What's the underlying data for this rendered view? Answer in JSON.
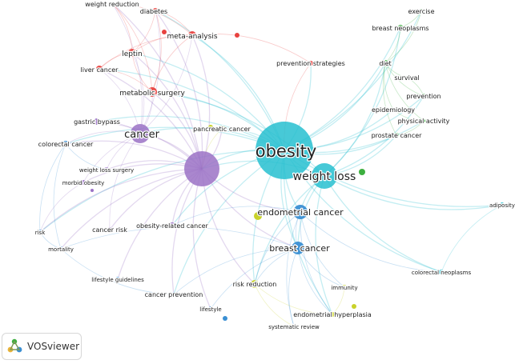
{
  "brand": {
    "name": "VOSviewer"
  },
  "clusters": {
    "red": "#e8423f",
    "green": "#3daf3f",
    "blue": "#3a8fd3",
    "yellow": "#c9d22a",
    "purple": "#9b72c6",
    "cyan": "#27c0d0"
  },
  "nodes": [
    {
      "label": "obesity",
      "cluster": "cyan",
      "weight": 10
    },
    {
      "label": "weight loss",
      "cluster": "cyan",
      "weight": 6
    },
    {
      "label": "cancer",
      "cluster": "purple",
      "weight": 5
    },
    {
      "label": "",
      "cluster": "purple",
      "weight": 8
    },
    {
      "label": "endometrial cancer",
      "cluster": "blue",
      "weight": 4
    },
    {
      "label": "breast cancer",
      "cluster": "blue",
      "weight": 4
    },
    {
      "label": "weight reduction",
      "cluster": "red",
      "weight": 1
    },
    {
      "label": "diabetes",
      "cluster": "red",
      "weight": 1
    },
    {
      "label": "meta-analysis",
      "cluster": "red",
      "weight": 2
    },
    {
      "label": "leptin",
      "cluster": "red",
      "weight": 2
    },
    {
      "label": "liver cancer",
      "cluster": "red",
      "weight": 1
    },
    {
      "label": "metabolic surgery",
      "cluster": "red",
      "weight": 2
    },
    {
      "label": "prevention strategies",
      "cluster": "red",
      "weight": 1
    },
    {
      "label": "exercise",
      "cluster": "green",
      "weight": 1
    },
    {
      "label": "breast neoplasms",
      "cluster": "green",
      "weight": 1
    },
    {
      "label": "diet",
      "cluster": "green",
      "weight": 2
    },
    {
      "label": "survival",
      "cluster": "green",
      "weight": 1
    },
    {
      "label": "prevention",
      "cluster": "green",
      "weight": 1
    },
    {
      "label": "epidemiology",
      "cluster": "green",
      "weight": 1
    },
    {
      "label": "physical activity",
      "cluster": "green",
      "weight": 1
    },
    {
      "label": "prostate cancer",
      "cluster": "green",
      "weight": 1
    },
    {
      "label": "gastric bypass",
      "cluster": "purple",
      "weight": 1
    },
    {
      "label": "colorectal cancer",
      "cluster": "blue",
      "weight": 1
    },
    {
      "label": "weight loss surgery",
      "cluster": "purple",
      "weight": 1
    },
    {
      "label": "morbid obesity",
      "cluster": "purple",
      "weight": 1
    },
    {
      "label": "pancreatic cancer",
      "cluster": "yellow",
      "weight": 1
    },
    {
      "label": "adiposity",
      "cluster": "cyan",
      "weight": 1
    },
    {
      "label": "risk",
      "cluster": "blue",
      "weight": 1
    },
    {
      "label": "cancer risk",
      "cluster": "purple",
      "weight": 1
    },
    {
      "label": "obesity-related cancer",
      "cluster": "purple",
      "weight": 1
    },
    {
      "label": "mortality",
      "cluster": "blue",
      "weight": 1
    },
    {
      "label": "colorectal neoplasms",
      "cluster": "cyan",
      "weight": 1
    },
    {
      "label": "lifestyle guidelines",
      "cluster": "blue",
      "weight": 1
    },
    {
      "label": "risk reduction",
      "cluster": "yellow",
      "weight": 2
    },
    {
      "label": "immunity",
      "cluster": "yellow",
      "weight": 1
    },
    {
      "label": "cancer prevention",
      "cluster": "blue",
      "weight": 1
    },
    {
      "label": "lifestyle",
      "cluster": "blue",
      "weight": 1
    },
    {
      "label": "endometrial hyperplasia",
      "cluster": "yellow",
      "weight": 1
    },
    {
      "label": "systematic review",
      "cluster": "yellow",
      "weight": 1
    }
  ]
}
